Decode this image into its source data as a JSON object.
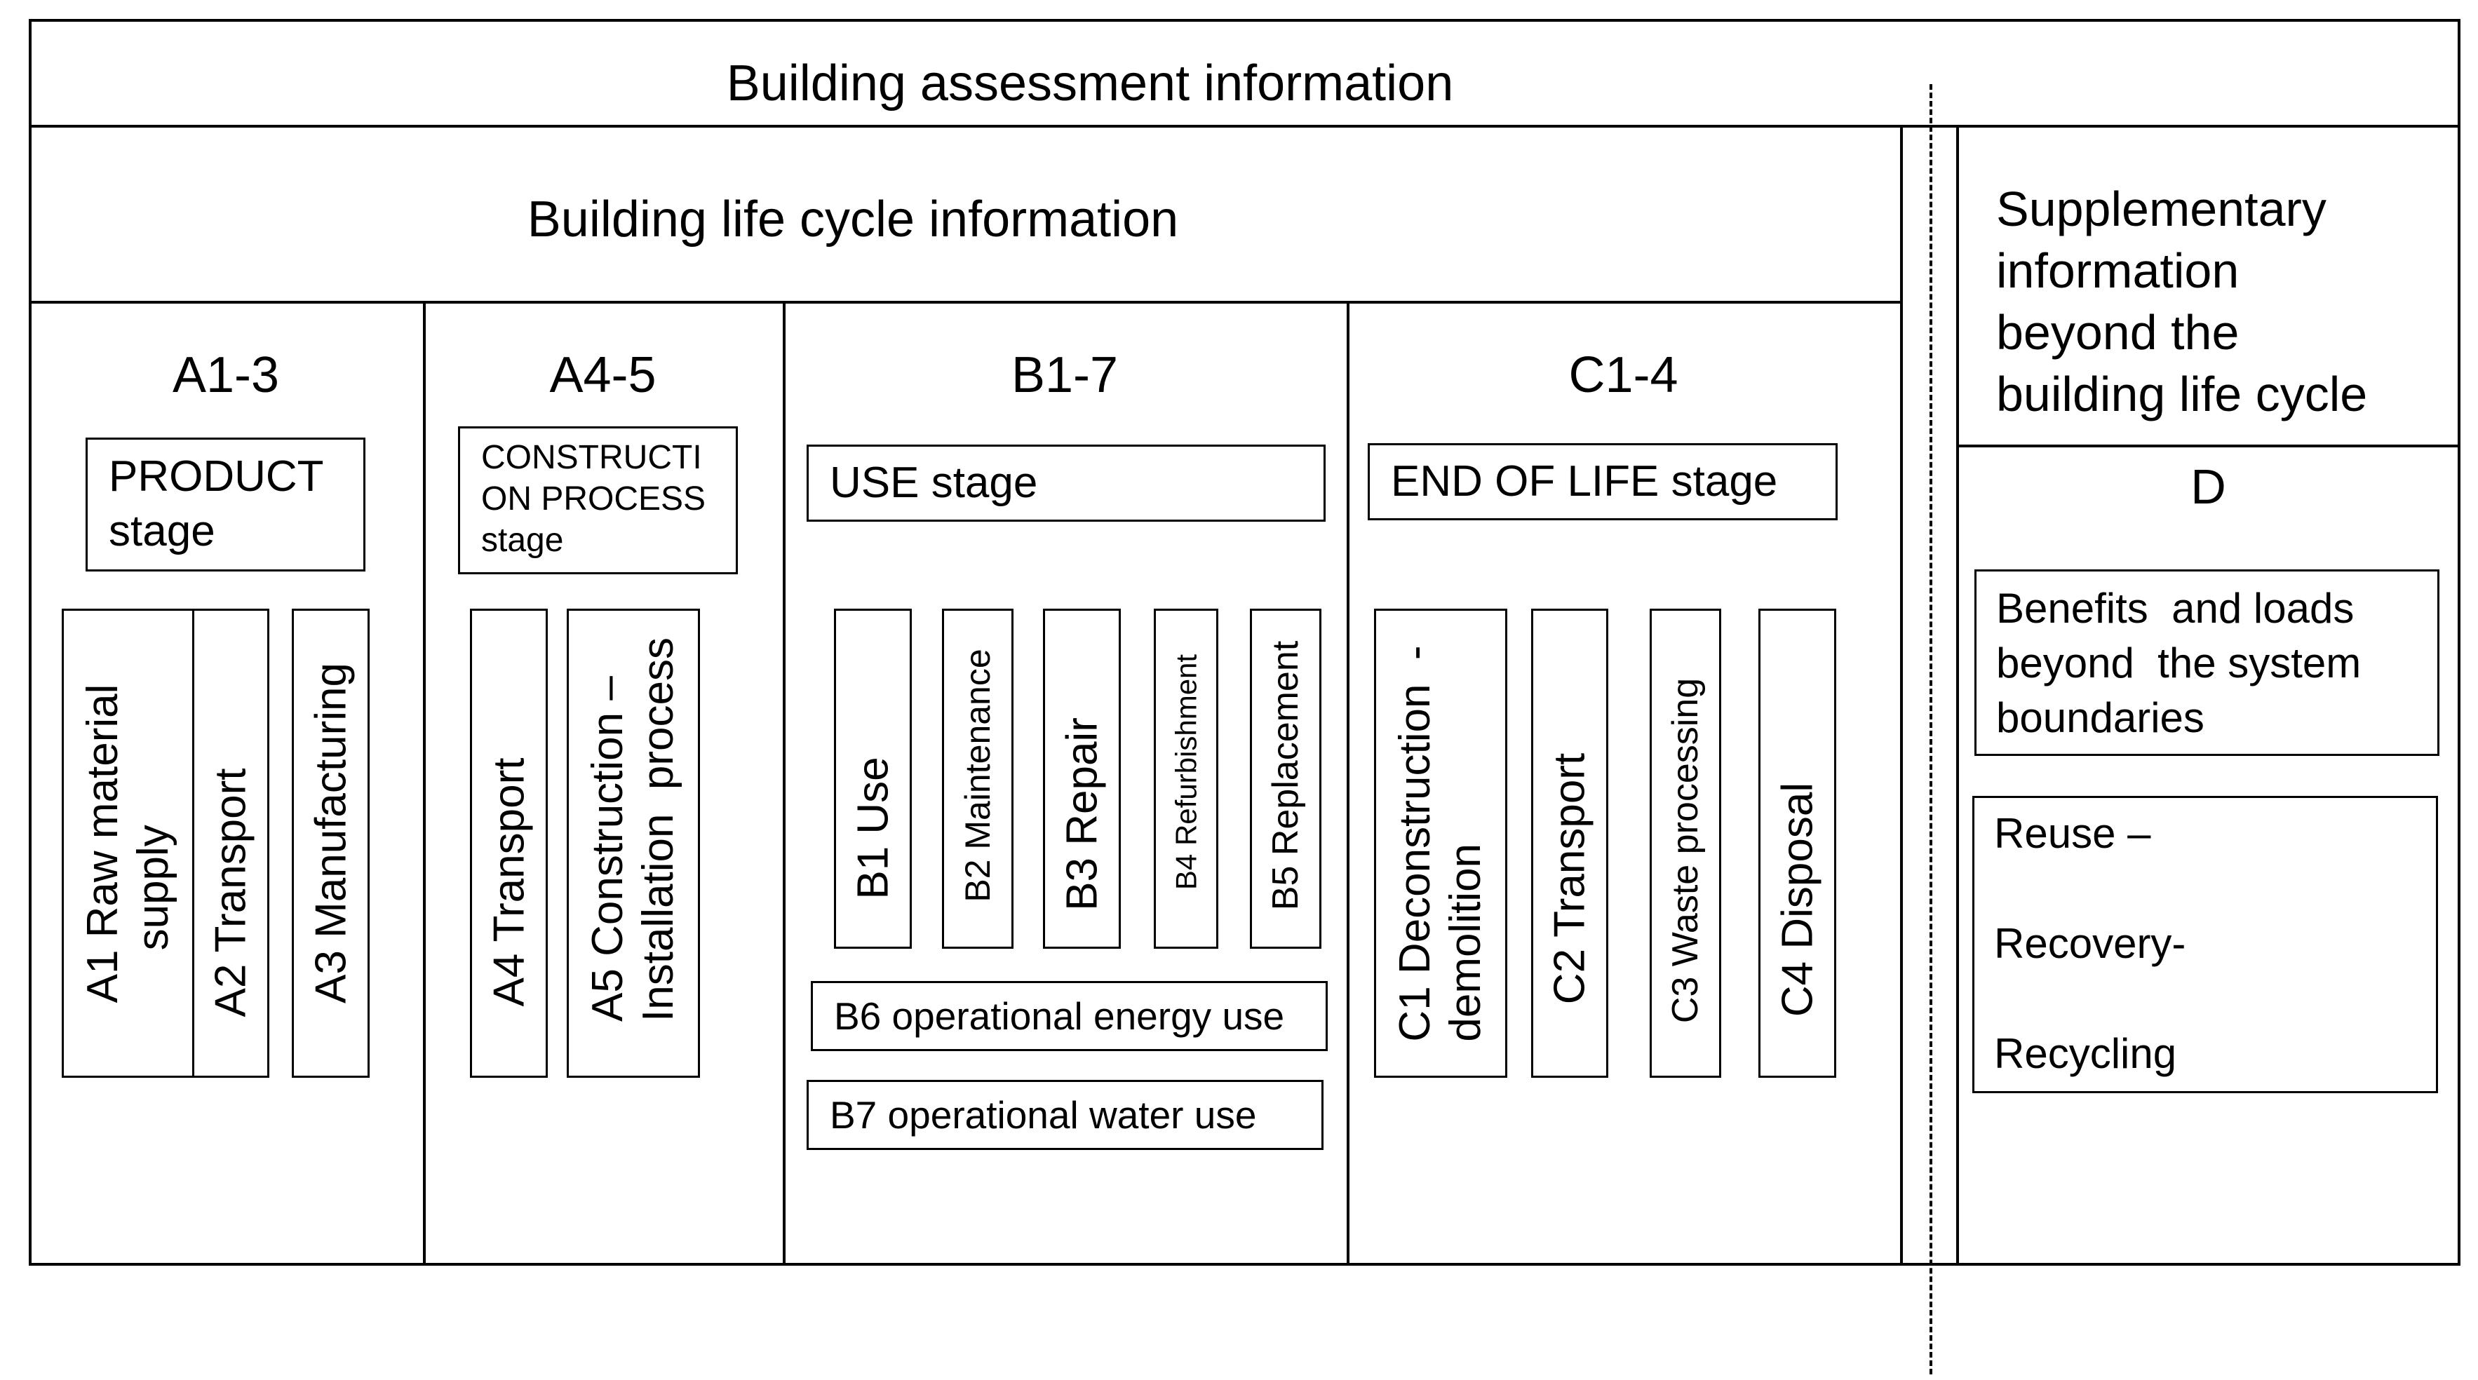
{
  "assessment_title": "Building assessment information",
  "lifecycle_title": "Building life cycle information",
  "supplementary": {
    "title_lines": [
      "Supplementary",
      "information",
      "beyond the",
      "building life cycle"
    ],
    "module_code": "D",
    "benefits_lines": [
      "Benefits  and loads",
      "beyond  the system",
      "boundaries"
    ],
    "reuse_lines": [
      "Reuse –",
      "Recovery-",
      "Recycling"
    ]
  },
  "stages": [
    {
      "code": "A1-3",
      "name_lines": [
        "PRODUCT",
        "stage"
      ],
      "modules": [
        {
          "lines": [
            "A1 Raw material",
            "supply"
          ]
        },
        {
          "lines": [
            "A2 Transport"
          ]
        },
        {
          "lines": [
            "A3 Manufacturing"
          ]
        }
      ]
    },
    {
      "code": "A4-5",
      "name_lines": [
        "CONSTRUCTI",
        "ON PROCESS",
        "stage"
      ],
      "modules": [
        {
          "lines": [
            "A4 Transport"
          ]
        },
        {
          "lines": [
            "A5 Construction –",
            "Installation  process"
          ]
        }
      ]
    },
    {
      "code": "B1-7",
      "name_lines": [
        "USE stage"
      ],
      "modules": [
        {
          "lines": [
            "B1 Use"
          ]
        },
        {
          "lines": [
            "B2 Maintenance"
          ]
        },
        {
          "lines": [
            "B3 Repair"
          ]
        },
        {
          "lines": [
            "B4 Refurbishment"
          ]
        },
        {
          "lines": [
            "B5 Replacement"
          ]
        }
      ],
      "operational": [
        "B6 operational energy use",
        "B7 operational water use"
      ]
    },
    {
      "code": "C1-4",
      "name_lines": [
        "END OF LIFE stage"
      ],
      "modules": [
        {
          "lines": [
            "C1 Deconstruction  -",
            "demolition"
          ]
        },
        {
          "lines": [
            "C2 Transport"
          ]
        },
        {
          "lines": [
            "C3 Waste processing"
          ]
        },
        {
          "lines": [
            "C4 Disposal"
          ]
        }
      ]
    }
  ]
}
